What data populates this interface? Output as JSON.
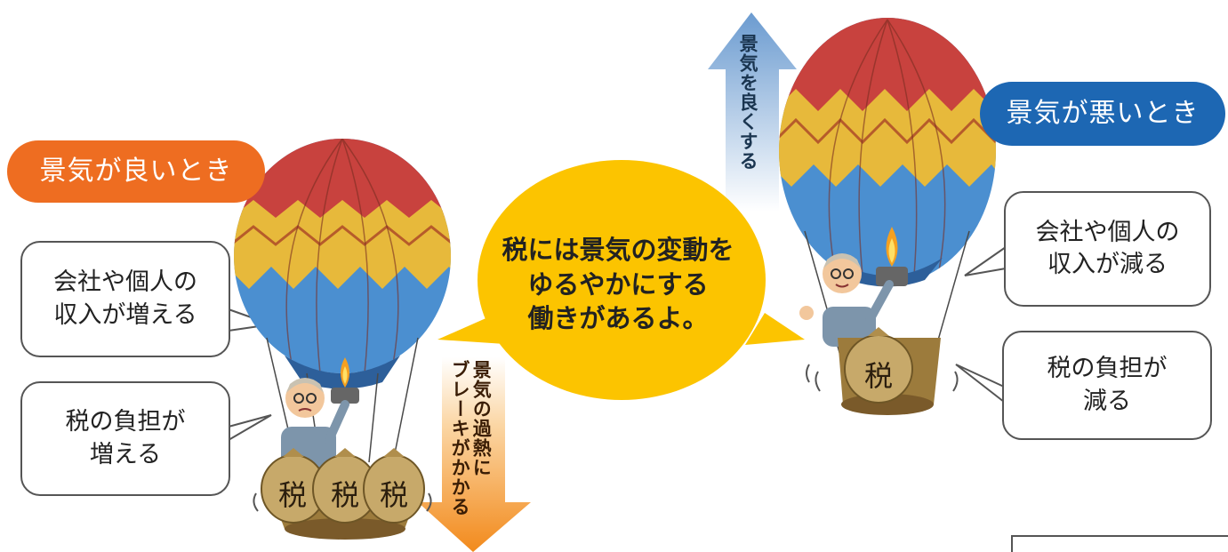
{
  "labels": {
    "good_times": "景気が良いとき",
    "bad_times": "景気が悪いとき"
  },
  "boxes": {
    "income_up": "会社や個人の\n収入が増える",
    "tax_up": "税の負担が\n増える",
    "income_down": "会社や個人の\n収入が減る",
    "tax_down": "税の負担が\n減る"
  },
  "center_bubble": "税には景気の変動を\nゆるやかにする\n働きがあるよ。",
  "arrows": {
    "up": "景気を良くする",
    "down": "景気の過熱に\nブレーキがかかる"
  },
  "bag_label": "税",
  "colors": {
    "good_accent": "#ee6d21",
    "bad_accent": "#1d67b3",
    "bubble": "#fcc400",
    "balloon_red": "#c8423e",
    "balloon_yellow": "#e7b93b",
    "balloon_blue": "#4b8fd0",
    "arrow_up": "#6f9fd1",
    "arrow_down": "#f39a2a"
  }
}
